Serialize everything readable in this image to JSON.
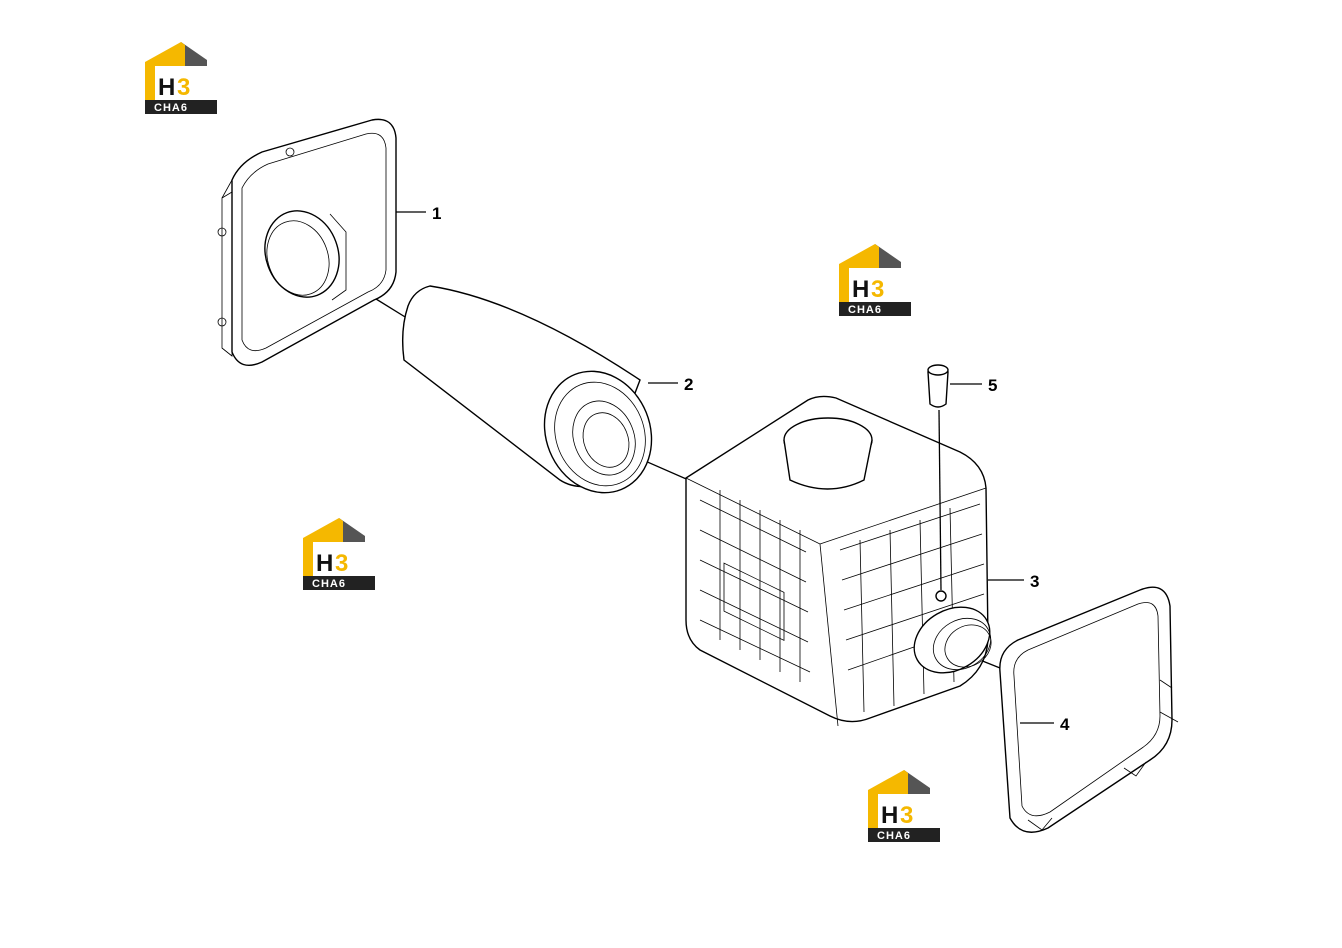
{
  "diagram": {
    "callouts": [
      {
        "id": "1",
        "label": "1"
      },
      {
        "id": "2",
        "label": "2"
      },
      {
        "id": "3",
        "label": "3"
      },
      {
        "id": "4",
        "label": "4"
      },
      {
        "id": "5",
        "label": "5"
      }
    ],
    "watermark": {
      "letters_main": "H",
      "letters_accent": "3",
      "word": "CHA6",
      "colors": {
        "accent": "#f5b800",
        "dark": "#111111",
        "shadow": "#555555"
      }
    }
  }
}
